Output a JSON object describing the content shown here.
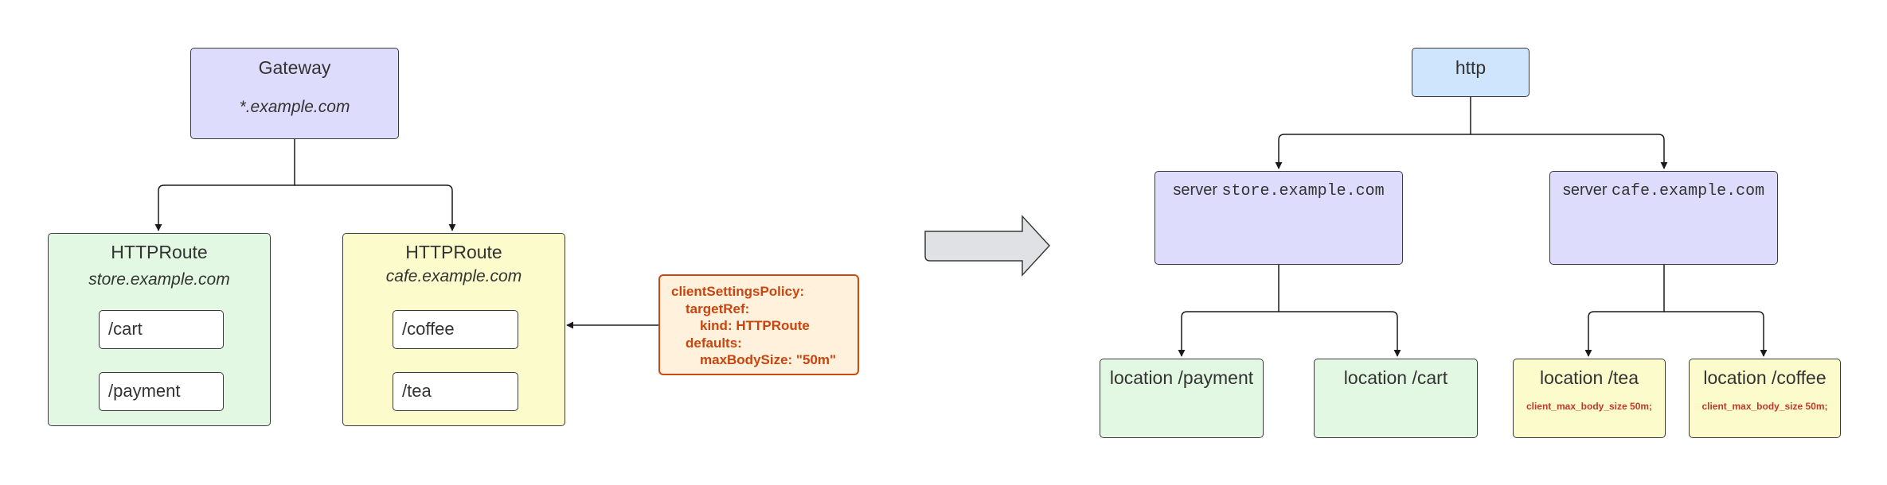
{
  "left": {
    "gateway": {
      "title": "Gateway",
      "host": "*.example.com"
    },
    "route_store": {
      "title": "HTTPRoute",
      "host": "store.example.com",
      "paths": [
        "/cart",
        "/payment"
      ]
    },
    "route_cafe": {
      "title": "HTTPRoute",
      "host": "cafe.example.com",
      "paths": [
        "/coffee",
        "/tea"
      ]
    },
    "policy": {
      "line1": "clientSettingsPolicy:",
      "line2": "targetRef:",
      "line3": "kind: HTTPRoute",
      "line4": "defaults:",
      "line5": "maxBodySize: \"50m\""
    }
  },
  "right": {
    "http": {
      "title": "http"
    },
    "server_store": {
      "keyword": "server",
      "host": "store.example.com"
    },
    "server_cafe": {
      "keyword": "server",
      "host": "cafe.example.com"
    },
    "locations": {
      "payment": "location /payment",
      "cart": "location /cart",
      "tea": "location /tea",
      "coffee": "location /coffee"
    },
    "directive": "client_max_body_size 50m;"
  },
  "colors": {
    "gateway": "#dedcfc",
    "store_route": "#e2f8e2",
    "cafe_route": "#fbfbcb",
    "http": "#cfe4fd",
    "policy_fill": "#fff1dc",
    "policy_border": "#cc4a0f",
    "arrow_fill": "#dfe1e4"
  }
}
